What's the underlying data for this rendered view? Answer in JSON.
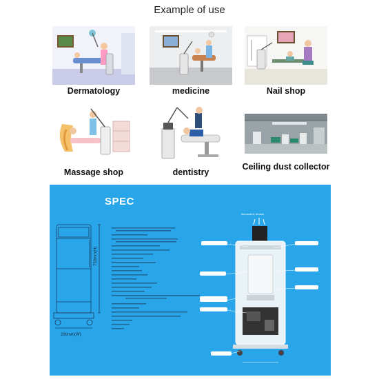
{
  "heading": "Example of use",
  "uses": [
    {
      "label": "Dermatology"
    },
    {
      "label": "medicine"
    },
    {
      "label": "Nail shop"
    },
    {
      "label": "Massage shop"
    },
    {
      "label": "dentistry"
    },
    {
      "label": "Ceiling dust collector"
    }
  ],
  "spec": {
    "title": "SPEC",
    "width_label": "290mm(W)",
    "height_label": "750mm(H)",
    "callouts": [
      "Aerosols & viruses"
    ],
    "colors": {
      "panel": "#29a6ea",
      "machine_outline": "#1e3a5f"
    }
  }
}
